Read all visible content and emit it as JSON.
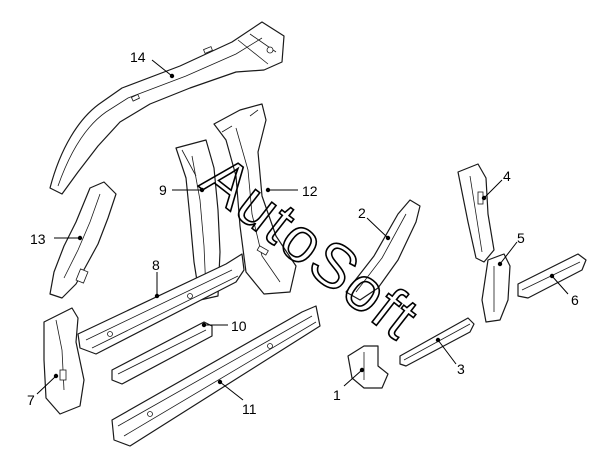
{
  "watermark": "AutoSoft",
  "callouts": {
    "c1": "1",
    "c2": "2",
    "c3": "3",
    "c4": "4",
    "c5": "5",
    "c6": "6",
    "c7": "7",
    "c8": "8",
    "c9": "9",
    "c10": "10",
    "c11": "11",
    "c12": "12",
    "c13": "13",
    "c14": "14"
  },
  "colors": {
    "line": "#1a1a1a",
    "background": "#ffffff"
  }
}
